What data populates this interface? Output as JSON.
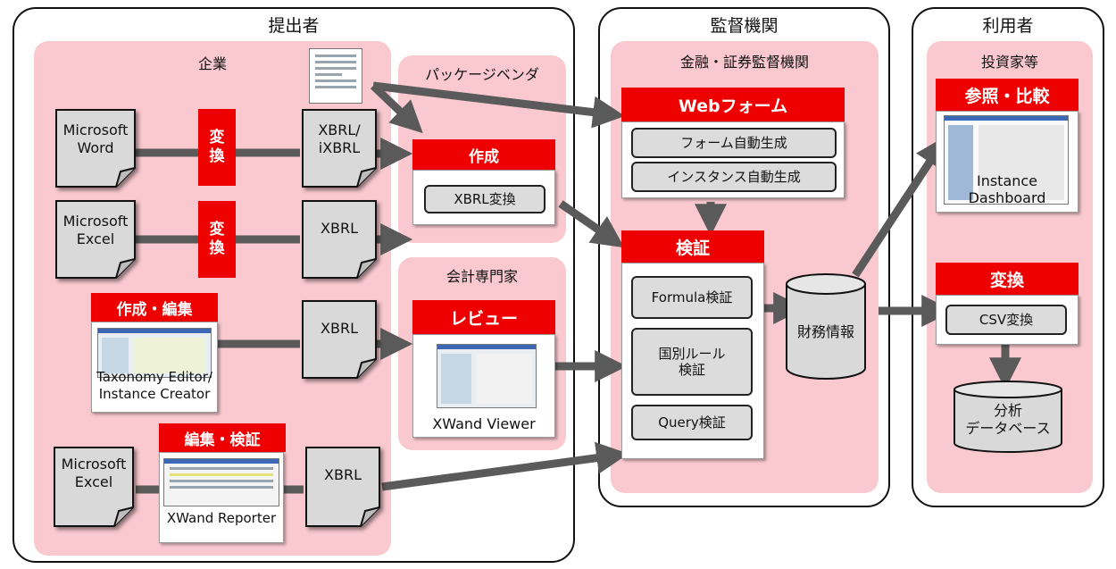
{
  "sections": {
    "submitter": "提出者",
    "regulator": "監督機関",
    "user": "利用者"
  },
  "zones": {
    "company": "企業",
    "package_vendor": "パッケージベンダ",
    "accounting_expert": "会計専門家",
    "fsa": "金融・証券監督機関",
    "investors": "投資家等"
  },
  "docs": {
    "word": "Microsoft\nWord",
    "excel1": "Microsoft\nExcel",
    "excel2": "Microsoft\nExcel",
    "xbrl_ixbrl": "XBRL/\niXBRL",
    "xbrl1": "XBRL",
    "xbrl2": "XBRL",
    "xbrl3": "XBRL"
  },
  "convert_labels": {
    "c1": "変\n換",
    "c2": "変\n換"
  },
  "boxes": {
    "create_edit": "作成・編集",
    "edit_validate": "編集・検証",
    "create": "作成",
    "review": "レビュー",
    "webform": "Webフォーム",
    "validation": "検証",
    "ref_compare": "参照・比較",
    "convert": "変換"
  },
  "pills": {
    "xbrl_convert": "XBRL変換",
    "form_auto": "フォーム自動生成",
    "instance_auto": "インスタンス自動生成",
    "formula": "Formula検証",
    "country_rule": "国別ルール\n検証",
    "query": "Query検証",
    "csv": "CSV変換"
  },
  "captions": {
    "taxonomy_editor": "Taxonomy Editor/\nInstance Creator",
    "xwand_reporter": "XWand Reporter",
    "xwand_viewer": "XWand Viewer",
    "instance_dashboard": "Instance\nDashboard"
  },
  "databases": {
    "financial_info": "財務情報",
    "analysis_db": "分析\nデータベース"
  },
  "colors": {
    "red": "#ee0000",
    "pink": "#f9c9cf",
    "arrow": "#5a5a5a",
    "pill": "#dcdcdc"
  }
}
